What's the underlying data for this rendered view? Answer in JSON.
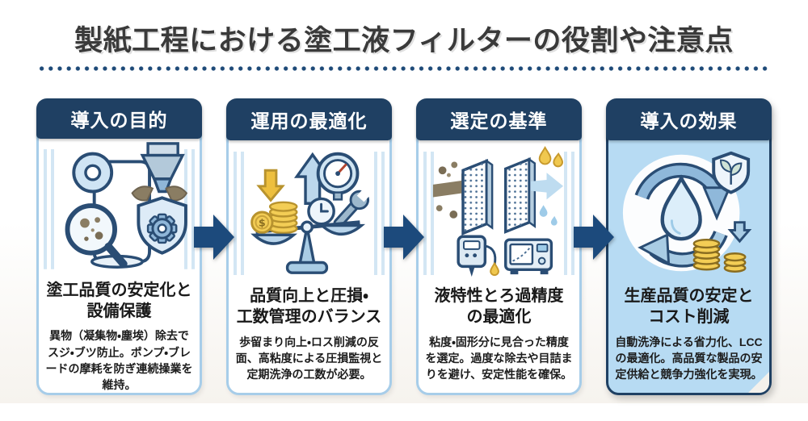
{
  "title": "製紙工程における塗工液フィルターの役割や注意点",
  "colors": {
    "header_navy": "#1f4063",
    "arrow_navy": "#1c4a7c",
    "card_border_blue": "#a7cde9",
    "highlight_card_bg": "#b7dbf3",
    "dot_divider": "#1e4a78",
    "coin_gold": "#f3cd55",
    "particle_taupe": "#8a7d63",
    "title_gray": "#3a3a3a"
  },
  "cards": [
    {
      "header": "導入の目的",
      "icon": "paper-roll-magnifier-coater-shield-icon",
      "subtitle_line1": "塗工品質の安定化と",
      "subtitle_line2": "設備保護",
      "body": "異物（凝集物・塵埃）除去でスジ・ブツ防止。ポンプ・ブレードの摩耗を防ぎ連続操業を維持。"
    },
    {
      "header": "運用の最適化",
      "icon": "balance-scale-cost-maintenance-icon",
      "subtitle_line1": "品質向上と圧損・",
      "subtitle_line2": "工数管理のバランス",
      "body": "歩留まり向上・ロス削減の反面、高粘度による圧損監視と定期洗浄の工数が必要。"
    },
    {
      "header": "選定の基準",
      "icon": "filter-mesh-droplets-meters-icon",
      "subtitle_line1": "液特性とろ過精度",
      "subtitle_line2": "の最適化",
      "body": "粘度・固形分に見合った精度を選定。過度な除去や目詰まりを避け、安定性能を確保。"
    },
    {
      "header": "導入の効果",
      "icon": "recycle-droplet-eco-shield-coins-icon",
      "subtitle_line1": "生産品質の安定と",
      "subtitle_line2": "コスト削減",
      "body": "自動洗浄による省力化、LCCの最適化。高品質な製品の安定供給と競争力強化を実現。"
    }
  ]
}
